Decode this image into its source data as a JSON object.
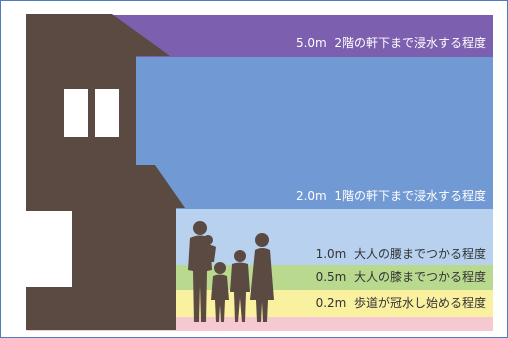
{
  "levels": [
    {
      "depth": "5.0m",
      "text": "2階の軒下まで浸水する程度",
      "color": "#7c5fae"
    },
    {
      "depth": "2.0m",
      "text": "1階の軒下まで浸水する程度",
      "color": "#7199d3"
    },
    {
      "depth": "1.0m",
      "text": "大人の腰までつかる程度",
      "color": "#b7d1ee"
    },
    {
      "depth": "0.5m",
      "text": "大人の膝までつかる程度",
      "color": "#b9d98e"
    },
    {
      "depth": "0.2m",
      "text": "歩道が冠水し始める程度",
      "color": "#f9f0a0"
    }
  ],
  "ground_color": "#f5c8d2",
  "house_color": "#5a4a42",
  "family_color": "#5a4a42"
}
